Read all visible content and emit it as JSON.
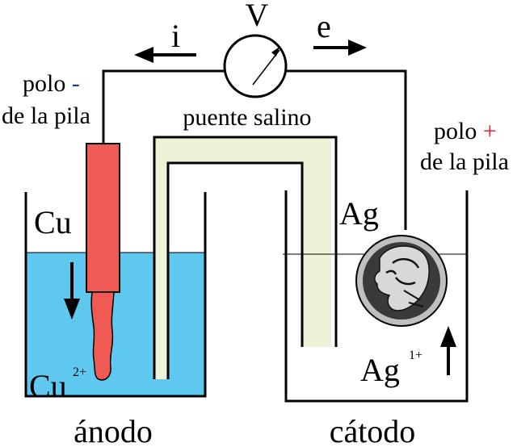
{
  "labels": {
    "voltmeter": "V",
    "current": "i",
    "electron": "e",
    "pole_negative_word": "polo",
    "pole_negative_sign": "-",
    "pole_negative_line2": "de la pila",
    "pole_positive_word": "polo",
    "pole_positive_sign": "+",
    "pole_positive_line2": "de la pila",
    "salt_bridge": "puente salino",
    "copper": "Cu",
    "silver": "Ag",
    "copper_ion": "Cu",
    "copper_ion_charge": "2+",
    "silver_ion": "Ag",
    "silver_ion_charge": "1+",
    "anode": "ánodo",
    "cathode": "cátodo"
  },
  "colors": {
    "solution": "#5fc8ef",
    "copper_electrode": "#f05a55",
    "salt_bridge": "#eef2d6",
    "negative_sign": "#1a3fb0",
    "positive_sign": "#e0203a",
    "coin_dark": "#3a3a3a",
    "coin_light": "#d8d8d8"
  }
}
